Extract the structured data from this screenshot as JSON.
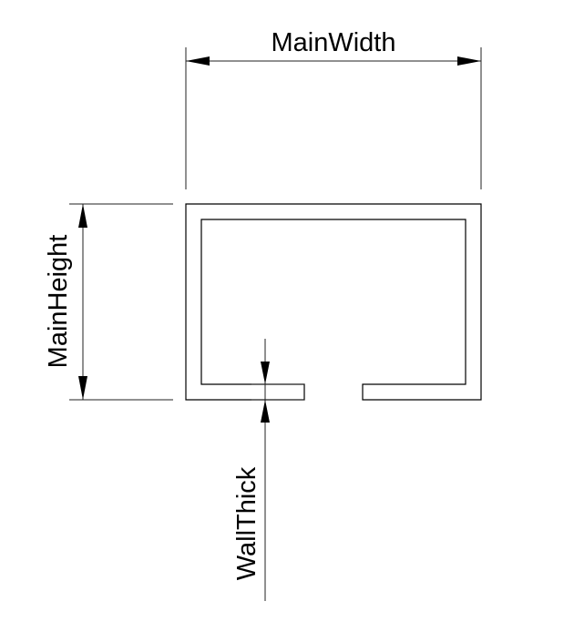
{
  "drawing": {
    "title": "C-channel profile dimensions",
    "labels": {
      "main_width": "MainWidth",
      "main_height": "MainHeight",
      "wall_thick": "WallThick"
    }
  }
}
